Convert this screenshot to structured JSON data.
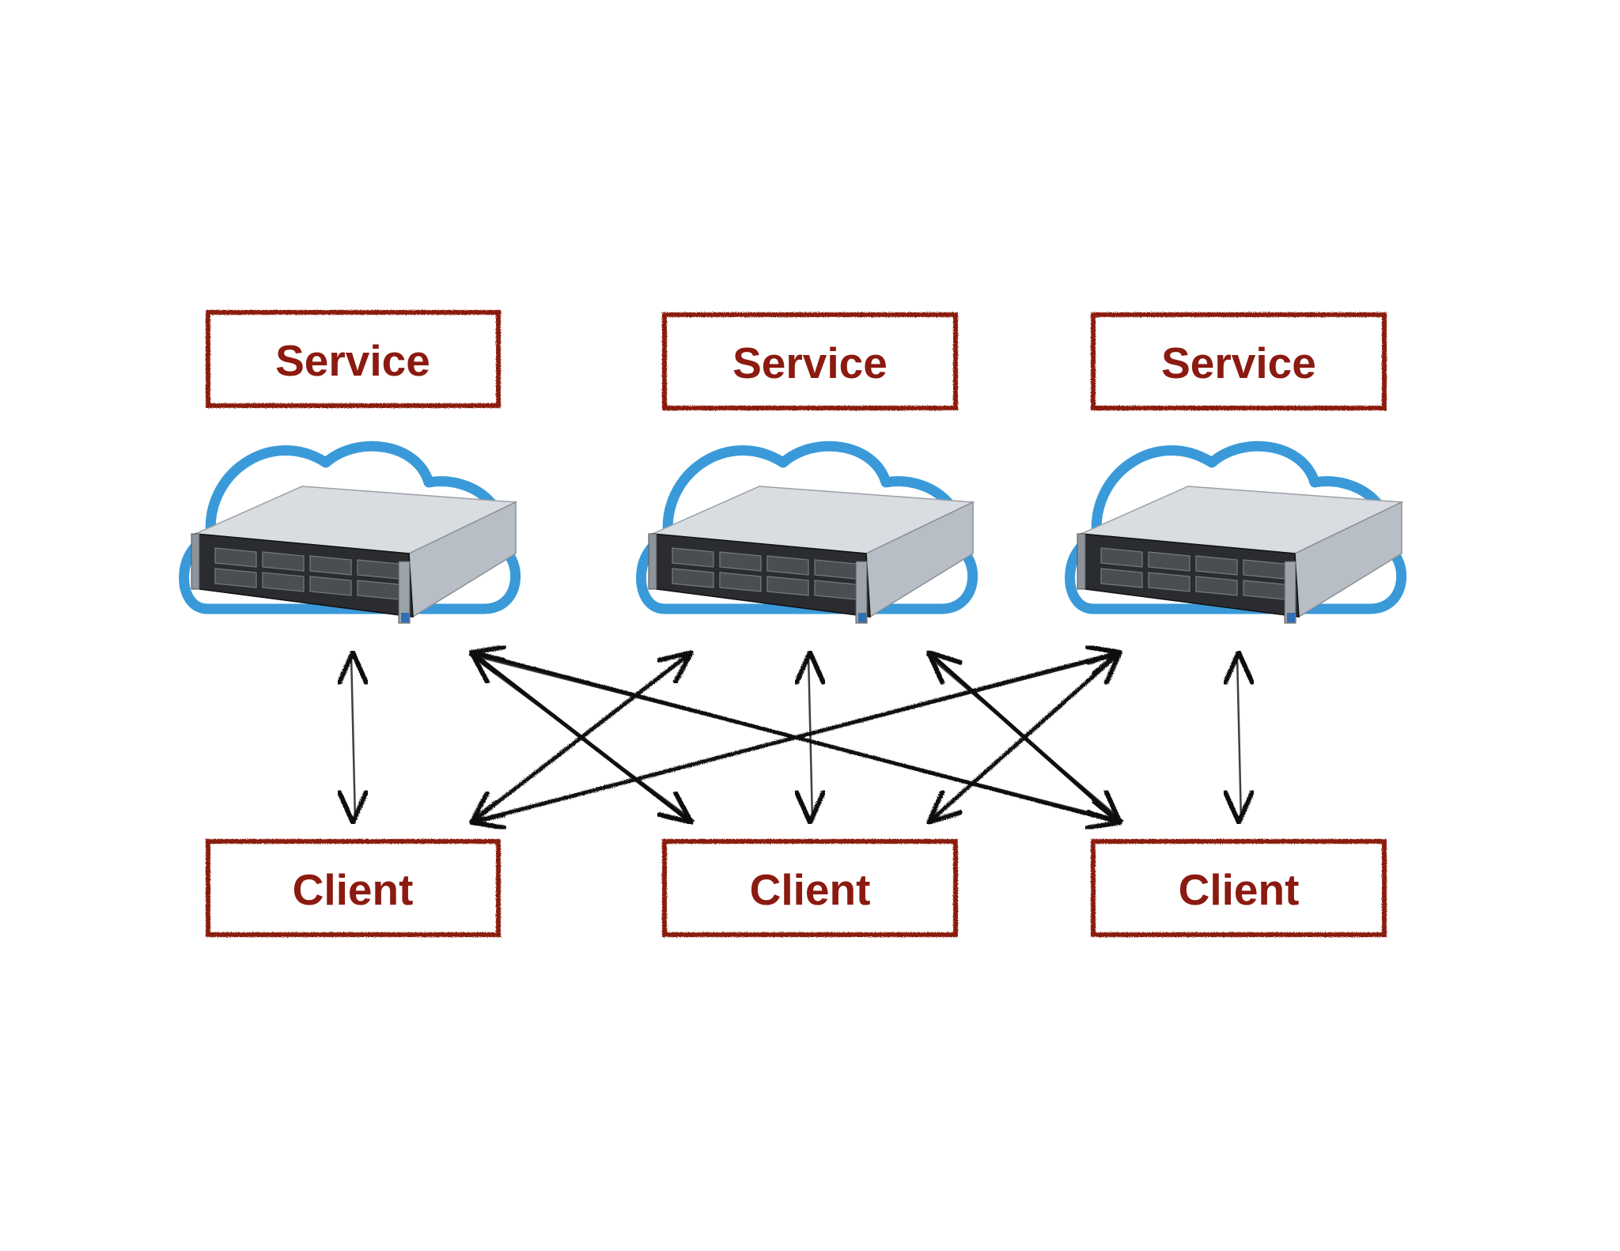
{
  "diagram": {
    "colors": {
      "label": "#8b1a10",
      "box_border": "#8b1a10",
      "cloud": "#3a9ad9",
      "arrow": "#111111",
      "server_body": "#d9dde2",
      "server_front": "#2a2c30"
    },
    "services": [
      {
        "label": "Service",
        "icon": "cloud-server-icon"
      },
      {
        "label": "Service",
        "icon": "cloud-server-icon"
      },
      {
        "label": "Service",
        "icon": "cloud-server-icon"
      }
    ],
    "clients": [
      {
        "label": "Client"
      },
      {
        "label": "Client"
      },
      {
        "label": "Client"
      }
    ],
    "connections": [
      {
        "client": 0,
        "service": 0
      },
      {
        "client": 0,
        "service": 1
      },
      {
        "client": 0,
        "service": 2
      },
      {
        "client": 1,
        "service": 0
      },
      {
        "client": 1,
        "service": 1
      },
      {
        "client": 1,
        "service": 2
      },
      {
        "client": 2,
        "service": 0
      },
      {
        "client": 2,
        "service": 1
      },
      {
        "client": 2,
        "service": 2
      }
    ]
  }
}
